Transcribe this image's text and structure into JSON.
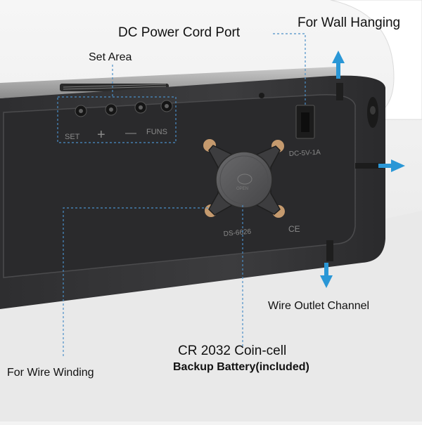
{
  "labels": {
    "set_area": "Set Area",
    "dc_power_cord_port": "DC Power Cord Port",
    "for_wall_hanging": "For Wall Hanging",
    "wire_outlet_channel": "Wire Outlet Channel",
    "for_wire_winding": "For Wire Winding",
    "battery_line1": "CR 2032 Coin-cell",
    "battery_line2": "Backup Battery(included)"
  },
  "device_markings": {
    "set": "SET",
    "plus": "+",
    "minus": "—",
    "funs": "FUNS",
    "dc_rating": "DC-5V-1A",
    "model": "DS-6626",
    "ce": "CE"
  },
  "colors": {
    "device_body": "#3a3a3c",
    "device_face": "#2c2c2e",
    "arrow": "#2a97d6",
    "callout_line": "#4a8fc8",
    "battery_cover": "#5a5a5c",
    "copper_clip": "#c59a6e",
    "background": "#f3f3f3"
  },
  "icons": {
    "arrow": "arrow-icon",
    "button": "button-hole-icon",
    "battery": "battery-cover-icon"
  }
}
